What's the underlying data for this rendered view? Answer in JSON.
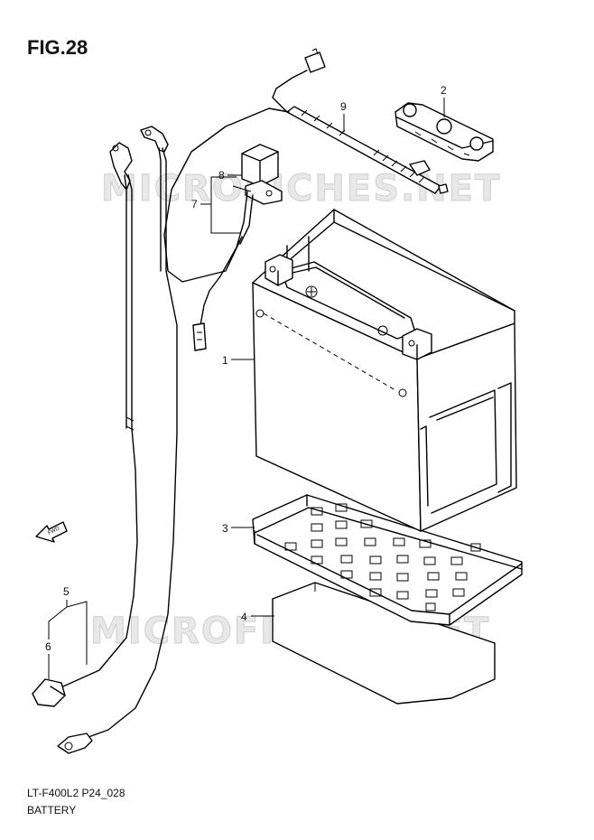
{
  "figure": {
    "title": "FIG.28",
    "code": "LT-F400L2 P24_028",
    "name": "BATTERY"
  },
  "watermark": "MICROFICHES.NET",
  "fwd_marker": "FWD",
  "callouts": [
    "1",
    "2",
    "3",
    "4",
    "5",
    "6",
    "7",
    "8",
    "9"
  ]
}
